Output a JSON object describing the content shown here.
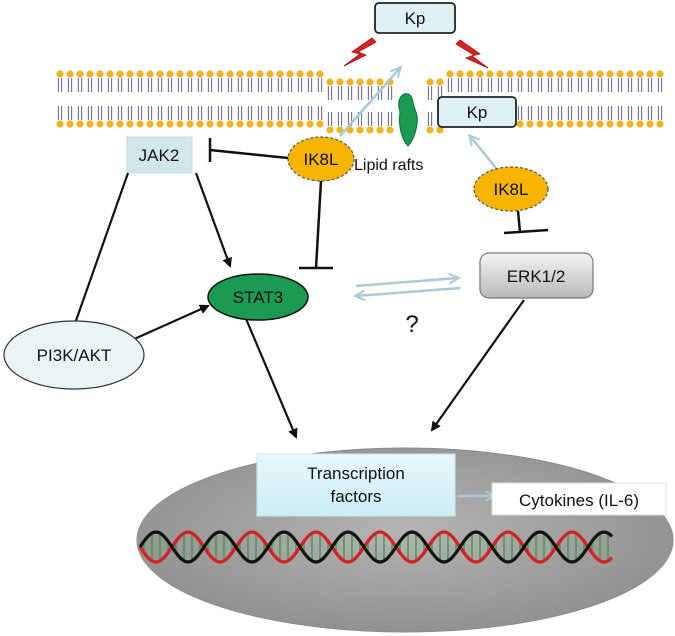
{
  "nodes": {
    "kp_top": "Kp",
    "kp_raft": "Kp",
    "jak2": "JAK2",
    "ik8l_left": "IK8L",
    "ik8l_right": "IK8L",
    "lipid_rafts": "Lipid rafts",
    "stat3": "STAT3",
    "erk": "ERK1/2",
    "pi3k": "PI3K/AKT",
    "question": "?",
    "tf_line1": "Transcription",
    "tf_line2": "factors",
    "cytokines": "Cytokines (IL-6)"
  },
  "colors": {
    "membrane_head": "#f0b323",
    "membrane_tail": "#6a6fa6",
    "stat3_fill": "#1a9a52",
    "ik8l_fill": "#f7b500",
    "jak2_fill": "#d3e6ec",
    "kp_fill": "#dff1f5",
    "nucleus_fill": "#a7a7a7",
    "dna_red": "#d42020",
    "dna_black": "#111111",
    "dna_rung": "#2c9a48",
    "lightning": "#e02020",
    "light_arrow": "#a9cad6"
  }
}
